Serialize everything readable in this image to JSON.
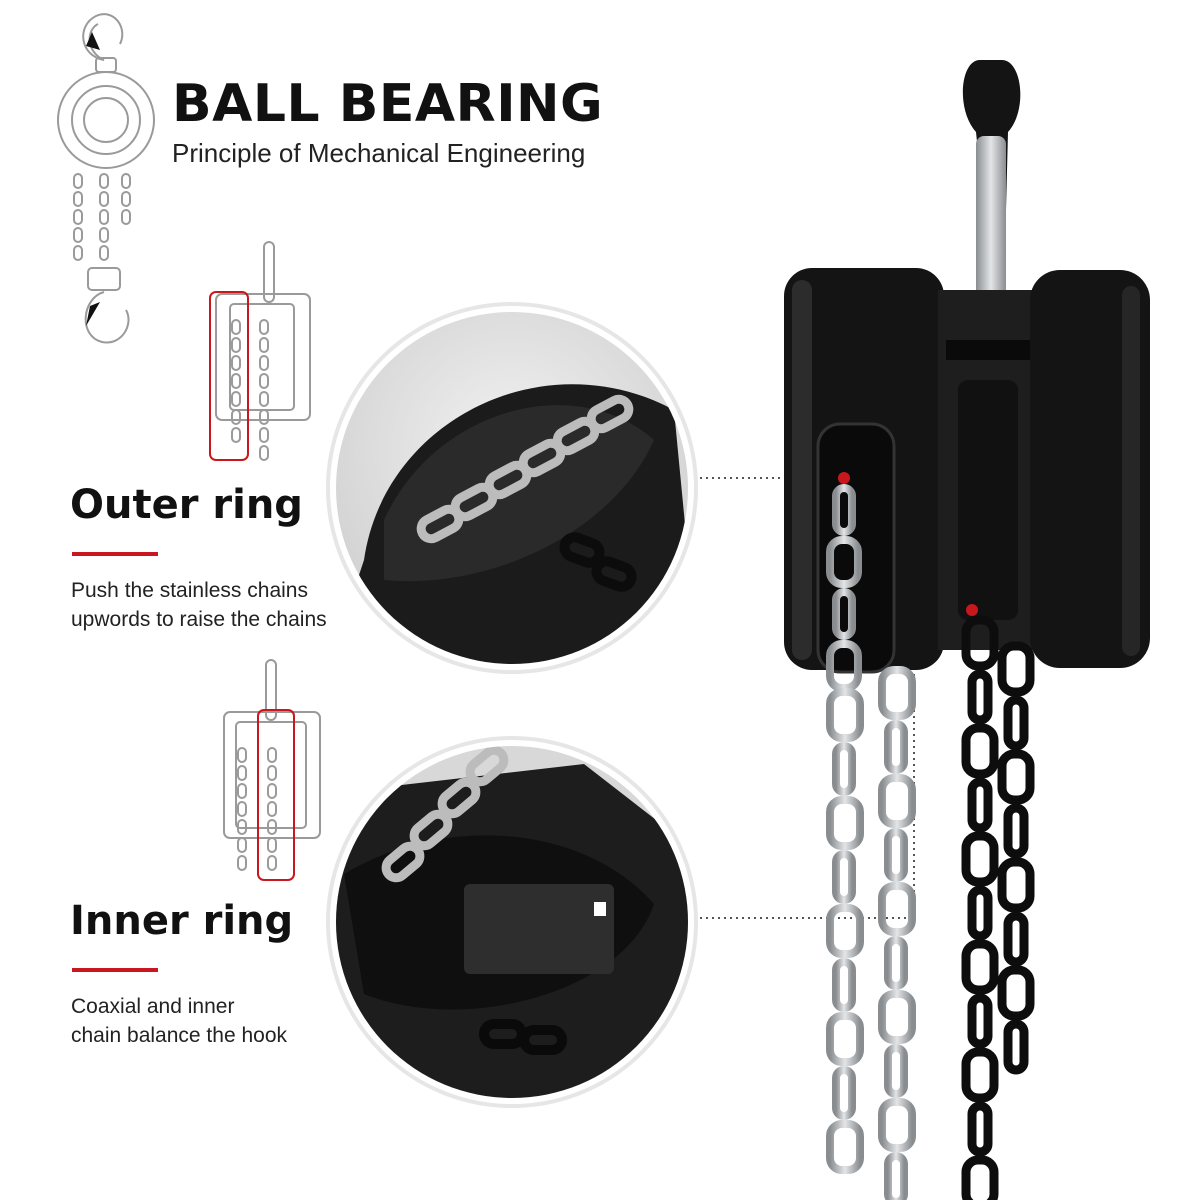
{
  "header": {
    "title": "BALL BEARING",
    "subtitle": "Principle of Mechanical Engineering"
  },
  "sections": [
    {
      "title": "Outer ring",
      "description_line1": "Push the stainless chains",
      "description_line2": "upwords to raise the chains"
    },
    {
      "title": "Inner ring",
      "description_line1": "Coaxial and inner",
      "description_line2": "chain balance the hook"
    }
  ],
  "colors": {
    "accent_red": "#c8181e",
    "body_black": "#141414",
    "steel": "#b9bcbf",
    "line_art": "#9a9a9a"
  },
  "icons": [
    "hoist-outline-icon",
    "outer-ring-diagram-icon",
    "inner-ring-diagram-icon"
  ]
}
